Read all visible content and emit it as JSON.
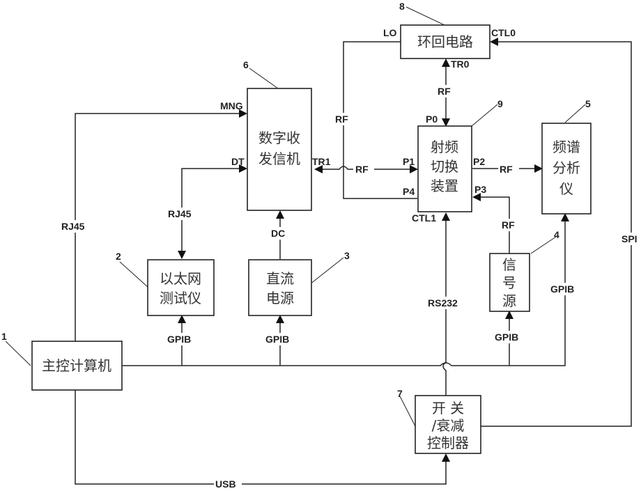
{
  "blocks": {
    "main_computer": {
      "id": "1",
      "lines": [
        "主控计算机"
      ]
    },
    "ethernet_tester": {
      "id": "2",
      "lines": [
        "以太网",
        "测试仪"
      ]
    },
    "dc_power": {
      "id": "3",
      "lines": [
        "直流",
        "电源"
      ]
    },
    "signal_source": {
      "id": "4",
      "lines": [
        "信",
        "号",
        "源"
      ]
    },
    "spectrum_analyzer": {
      "id": "5",
      "lines": [
        "频谱",
        "分析",
        "仪"
      ]
    },
    "transceiver": {
      "id": "6",
      "lines": [
        "数字收",
        "发信机"
      ]
    },
    "switch_controller": {
      "id": "7",
      "lines": [
        "开 关",
        "/衰减",
        "控制器"
      ]
    },
    "loopback": {
      "id": "8",
      "lines": [
        "环回电路"
      ]
    },
    "rf_switch": {
      "id": "9",
      "lines": [
        "射频",
        "切换",
        "装置"
      ]
    }
  },
  "ports": {
    "mng": "MNG",
    "dt": "DT",
    "tr1": "TR1",
    "lo": "LO",
    "ctl0": "CTL0",
    "tr0": "TR0",
    "p0": "P0",
    "p1": "P1",
    "p2": "P2",
    "p3": "P3",
    "p4": "P4",
    "ctl1": "CTL1"
  },
  "links": {
    "rj45_main": "RJ45",
    "rj45_eth": "RJ45",
    "dc": "DC",
    "rf_tr1_p1": "RF",
    "rf_lo_p4": "RF",
    "rf_tr0_p0": "RF",
    "rf_p2_sa": "RF",
    "rf_sig_p3": "RF",
    "gpib_eth": "GPIB",
    "gpib_dc": "GPIB",
    "gpib_sig": "GPIB",
    "gpib_sa": "GPIB",
    "rs232": "RS232",
    "spi": "SPI",
    "usb": "USB"
  }
}
